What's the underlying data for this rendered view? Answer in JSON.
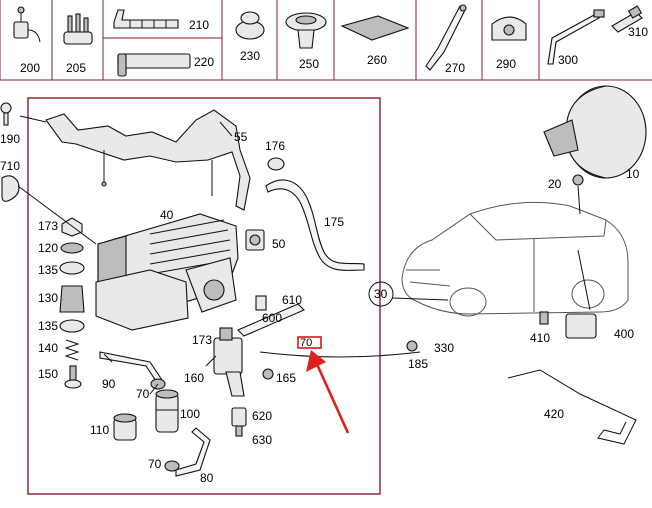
{
  "thumbnails": [
    {
      "label": "200",
      "icon": "connector-icon"
    },
    {
      "label": "205",
      "icon": "fitting-set-icon"
    },
    {
      "label": "210",
      "icon": "cable-strip-icon"
    },
    {
      "label": "220",
      "icon": "sleeve-icon"
    },
    {
      "label": "230",
      "icon": "grommet-icon"
    },
    {
      "label": "250",
      "icon": "mount-cap-icon"
    },
    {
      "label": "260",
      "icon": "pad-icon"
    },
    {
      "label": "270",
      "icon": "strap-icon"
    },
    {
      "label": "290",
      "icon": "clip-icon"
    },
    {
      "label": "300",
      "icon": "pipe-icon"
    },
    {
      "label": "310",
      "icon": "coupling-icon"
    }
  ],
  "callouts": {
    "c190": "190",
    "c55": "55",
    "c710": "710",
    "c176": "176",
    "c175": "175",
    "c40": "40",
    "c50": "50",
    "c173a": "173",
    "c120": "120",
    "c135a": "135",
    "c130": "130",
    "c135b": "135",
    "c140": "140",
    "c150": "150",
    "c610": "610",
    "c600": "600",
    "c173b": "173",
    "c90": "90",
    "c160": "160",
    "c165": "165",
    "c70a": "70",
    "c100": "100",
    "c620": "620",
    "c110": "110",
    "c630": "630",
    "c70b": "70",
    "c80": "80",
    "c30": "30",
    "c330": "330",
    "c185": "185",
    "c10": "10",
    "c20": "20",
    "c410": "410",
    "c400": "400",
    "c420": "420",
    "highlight": "70"
  },
  "colors": {
    "frame": "#8a1c2b",
    "highlight_box": "#d11a1a",
    "arrow": "#e0201c"
  }
}
